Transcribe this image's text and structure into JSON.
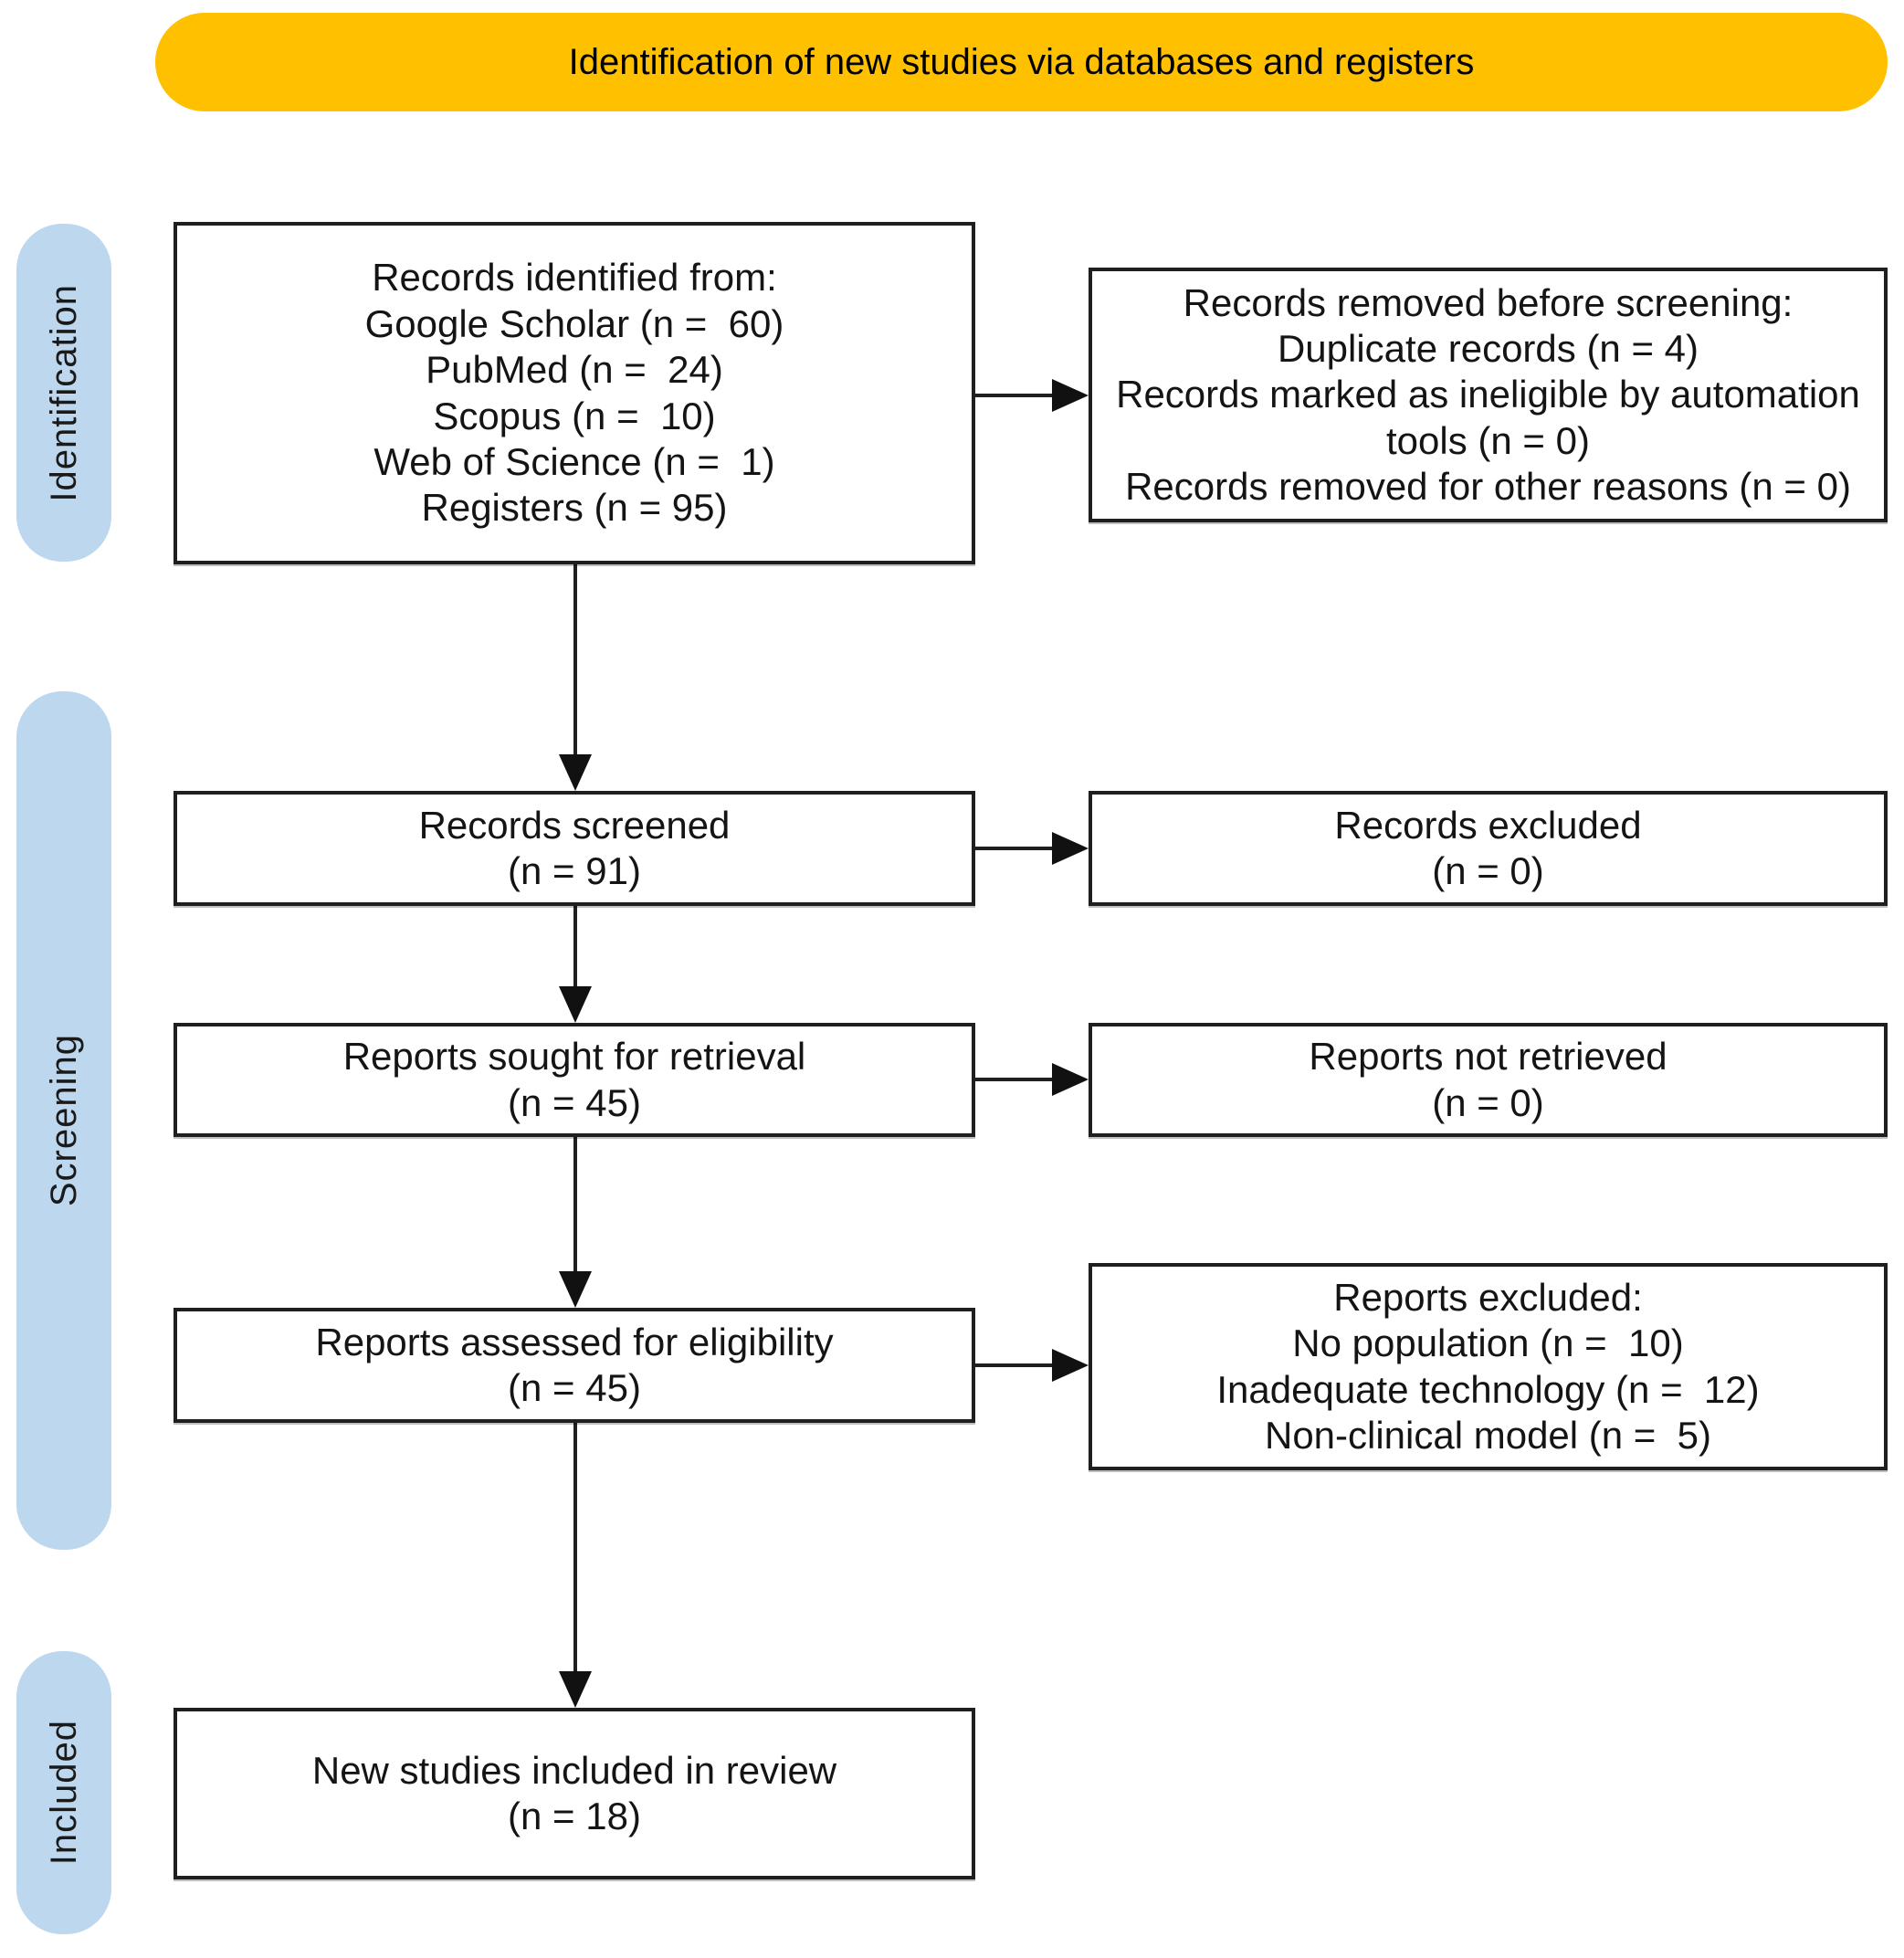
{
  "banner": {
    "label": "Identification of new studies via databases and registers"
  },
  "sidebar": {
    "stages": [
      {
        "label": "Identification"
      },
      {
        "label": "Screening"
      },
      {
        "label": "Included"
      }
    ]
  },
  "flow": {
    "records_identified": {
      "text": "Records identified from:\nGoogle Scholar (n =  60)\nPubMed (n =  24)\nScopus (n =  10)\nWeb of Science (n =  1)\nRegisters (n = 95)"
    },
    "records_removed": {
      "text": "Records removed before screening:\nDuplicate records (n = 4)\nRecords marked as ineligible by automation tools (n = 0)\nRecords removed for other reasons (n = 0)"
    },
    "records_screened": {
      "text": "Records screened\n(n = 91)"
    },
    "records_excluded": {
      "text": "Records excluded\n(n = 0)"
    },
    "reports_sought": {
      "text": "Reports sought for retrieval\n(n = 45)"
    },
    "reports_not_retrieved": {
      "text": "Reports not retrieved\n(n = 0)"
    },
    "reports_assessed": {
      "text": "Reports assessed for eligibility\n(n = 45)"
    },
    "reports_excluded": {
      "text": "Reports excluded:\nNo population (n =  10)\nInadequate technology (n =  12)\nNon-clinical model (n =  5)"
    },
    "new_studies_included": {
      "text": "New studies included in review\n(n = 18)"
    }
  },
  "colors": {
    "banner_bg": "#FFC000",
    "stage_bg": "#BDD7EE",
    "box_border": "#1F1F1F",
    "arrow": "#1F1F1F",
    "text": "#141414",
    "background": "#FFFFFF"
  }
}
